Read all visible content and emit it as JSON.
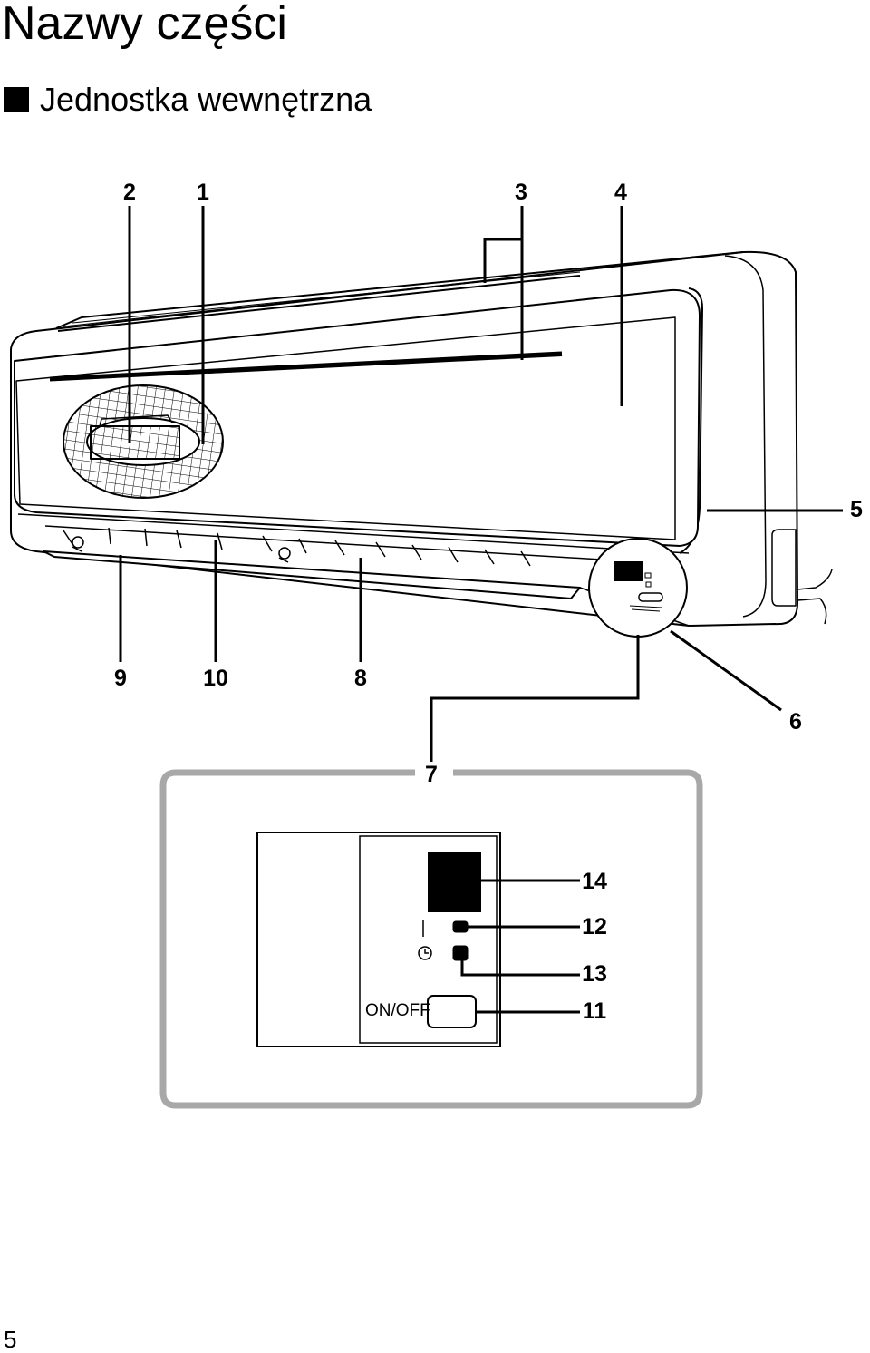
{
  "page": {
    "title": "Nazwy części",
    "section_heading": "Jednostka wewnętrzna",
    "page_number": "5"
  },
  "callouts": [
    "1",
    "2",
    "3",
    "4",
    "5",
    "6",
    "7",
    "8",
    "9",
    "10",
    "11",
    "12",
    "13",
    "14"
  ],
  "control_panel": {
    "onoff_label": "ON/OFF"
  }
}
